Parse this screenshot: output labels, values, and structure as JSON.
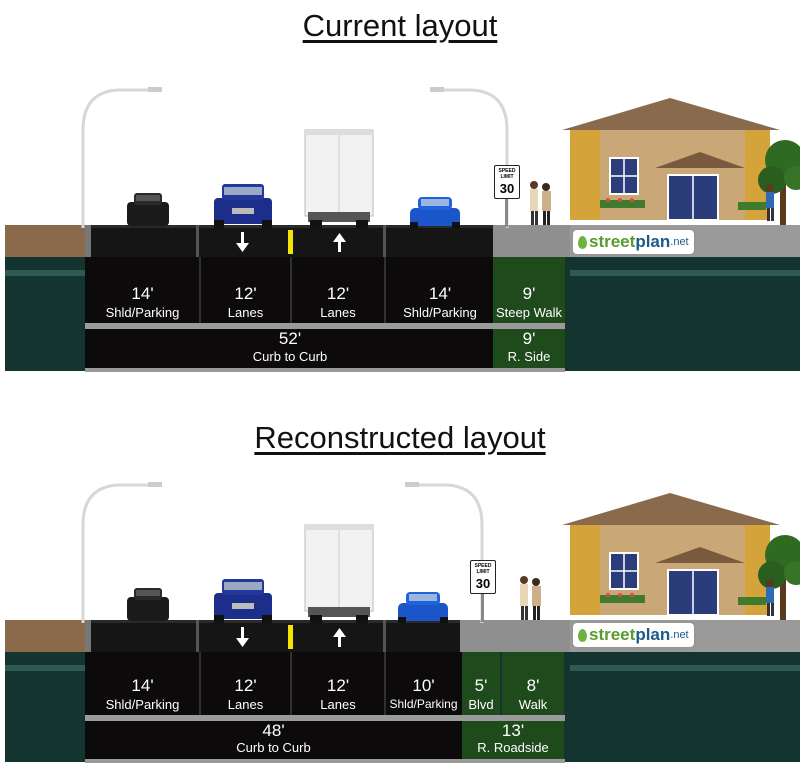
{
  "panels": [
    {
      "title": "Current layout",
      "segments": [
        {
          "width": "14'",
          "label": "Shld/Parking"
        },
        {
          "width": "12'",
          "label": "Lanes"
        },
        {
          "width": "12'",
          "label": "Lanes"
        },
        {
          "width": "14'",
          "label": "Shld/Parking"
        },
        {
          "width": "9'",
          "label": "Steep Walk"
        }
      ],
      "totals": [
        {
          "width": "52'",
          "label": "Curb to Curb"
        },
        {
          "width": "9'",
          "label": "R. Side"
        }
      ],
      "sign": {
        "line1": "SPEED",
        "line2": "LIMIT",
        "value": "30"
      }
    },
    {
      "title": "Reconstructed layout",
      "segments": [
        {
          "width": "14'",
          "label": "Shld/Parking"
        },
        {
          "width": "12'",
          "label": "Lanes"
        },
        {
          "width": "12'",
          "label": "Lanes"
        },
        {
          "width": "10'",
          "label": "Shld/Parking"
        },
        {
          "width": "5'",
          "label": "Blvd"
        },
        {
          "width": "8'",
          "label": "Walk"
        }
      ],
      "totals": [
        {
          "width": "48'",
          "label": "Curb to Curb"
        },
        {
          "width": "13'",
          "label": "R. Roadside"
        }
      ],
      "sign": {
        "line1": "SPEED",
        "line2": "LIMIT",
        "value": "30"
      }
    }
  ],
  "logo": {
    "part1": "street",
    "part2": "plan",
    "part3": ".net"
  },
  "colors": {
    "asphalt": "#111111",
    "ground": "#14352f",
    "sidewalk": "#8c8c8c",
    "walk_green": "#1e4a1c",
    "house_wall": "#c9a777",
    "roof": "#8a6a4c",
    "yellow_line": "#f2e600"
  }
}
